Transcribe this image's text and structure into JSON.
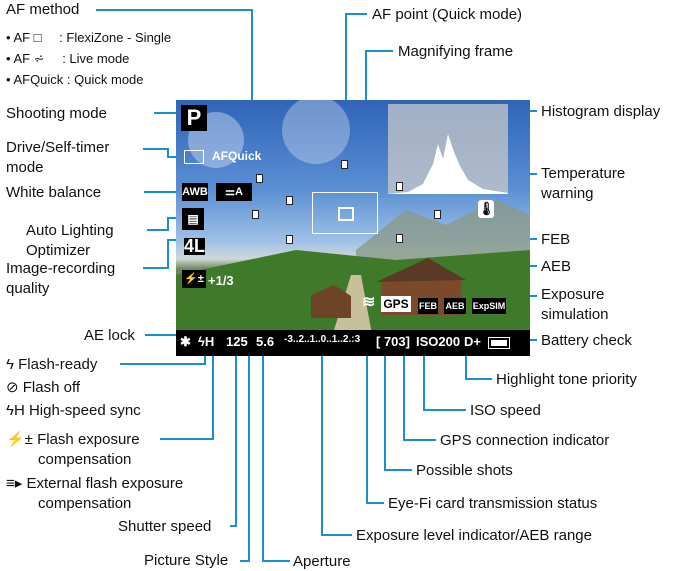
{
  "labels": {
    "af_method": "AF method",
    "af_flexi_icon": "AF □",
    "af_flexi": ": FlexiZone - Single",
    "af_live_icon": "AF ⩫",
    "af_live": ": Live mode",
    "af_quick_icon": "AFQuick",
    "af_quick": ": Quick mode",
    "shooting_mode": "Shooting mode",
    "drive_self_timer_1": "Drive/Self-timer",
    "drive_self_timer_2": "mode",
    "white_balance": "White balance",
    "alo_1": "Auto Lighting",
    "alo_2": "Optimizer",
    "irq_1": "Image-recording",
    "irq_2": "quality",
    "ae_lock": "AE lock",
    "flash_ready": "Flash-ready",
    "flash_off": "Flash off",
    "high_speed_sync": "High-speed sync",
    "fec_1": "Flash exposure",
    "fec_2": "compensation",
    "efec_1": "External flash exposure",
    "efec_2": "compensation",
    "shutter_speed": "Shutter speed",
    "picture_style": "Picture Style",
    "aperture": "Aperture",
    "af_point_quick": "AF point (Quick mode)",
    "magnifying_frame": "Magnifying frame",
    "histogram": "Histogram display",
    "temp_warning_1": "Temperature",
    "temp_warning_2": "warning",
    "feb": "FEB",
    "aeb": "AEB",
    "exp_sim_1": "Exposure",
    "exp_sim_2": "simulation",
    "battery_check": "Battery check",
    "highlight_tone": "Highlight tone priority",
    "iso_speed": "ISO speed",
    "gps_indicator": "GPS connection indicator",
    "possible_shots": "Possible shots",
    "eyefi": "Eye-Fi card transmission status",
    "exposure_level": "Exposure level indicator/AEB range"
  },
  "hud": {
    "mode": "P",
    "af_quick": "AFQuick",
    "awb": "AWB",
    "quality": "4L",
    "fec": "+1/3",
    "gps": "GPS",
    "feb": "FEB",
    "aeb": "AEB",
    "expsim": "ExpSIM",
    "ae_lock": "✱",
    "flash": "ϟH",
    "shutter": "125",
    "aperture": "5.6",
    "exposure_scale": "-3..2..1..0..1..2.:3",
    "shots": "[ 703]",
    "iso": "ISO200",
    "htp": "D+"
  },
  "colors": {
    "accent": "#1a8fd0"
  }
}
